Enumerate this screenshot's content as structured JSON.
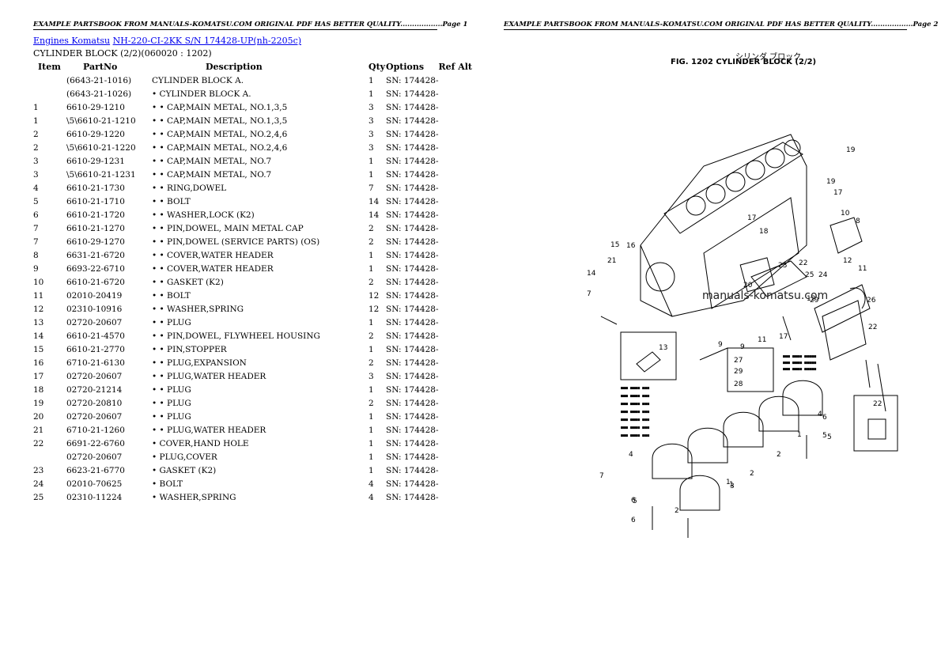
{
  "header": {
    "left": "EXAMPLE PARTSBOOK FROM MANUALS-KOMATSU.COM ORIGINAL PDF HAS BETTER QUALITY..................Page 1",
    "right": "EXAMPLE PARTSBOOK FROM MANUALS-KOMATSU.COM ORIGINAL PDF HAS BETTER QUALITY..................Page 2"
  },
  "breadcrumb": {
    "link1": "Engines Komatsu",
    "link2": "NH-220-CI-2KK S/N 174428-UP(nh-2205c)"
  },
  "subtitle": "CYLINDER BLOCK (2/2)(060020 : 1202)",
  "table": {
    "headers": {
      "item": "Item",
      "partno": "PartNo",
      "description": "Description",
      "qty": "Qty",
      "options": "Options",
      "refalt": "Ref Alt"
    },
    "rows": [
      {
        "item": "",
        "partno": "(6643-21-1016)",
        "description": "CYLINDER BLOCK A.",
        "qty": "1",
        "options": "SN: 174428-"
      },
      {
        "item": "",
        "partno": "(6643-21-1026)",
        "description": "• CYLINDER BLOCK A.",
        "qty": "1",
        "options": "SN: 174428-"
      },
      {
        "item": "1",
        "partno": "6610-29-1210",
        "description": "• • CAP,MAIN METAL, NO.1,3,5",
        "qty": "3",
        "options": "SN: 174428-"
      },
      {
        "item": "1",
        "partno": "\\5\\6610-21-1210",
        "description": "• • CAP,MAIN METAL, NO.1,3,5",
        "qty": "3",
        "options": "SN: 174428-"
      },
      {
        "item": "2",
        "partno": "6610-29-1220",
        "description": "• • CAP,MAIN METAL, NO.2,4,6",
        "qty": "3",
        "options": "SN: 174428-"
      },
      {
        "item": "2",
        "partno": "\\5\\6610-21-1220",
        "description": "• • CAP,MAIN METAL, NO.2,4,6",
        "qty": "3",
        "options": "SN: 174428-"
      },
      {
        "item": "3",
        "partno": "6610-29-1231",
        "description": "• • CAP,MAIN METAL, NO.7",
        "qty": "1",
        "options": "SN: 174428-"
      },
      {
        "item": "3",
        "partno": "\\5\\6610-21-1231",
        "description": "• • CAP,MAIN METAL, NO.7",
        "qty": "1",
        "options": "SN: 174428-"
      },
      {
        "item": "4",
        "partno": "6610-21-1730",
        "description": "• • RING,DOWEL",
        "qty": "7",
        "options": "SN: 174428-"
      },
      {
        "item": "5",
        "partno": "6610-21-1710",
        "description": "• • BOLT",
        "qty": "14",
        "options": "SN: 174428-"
      },
      {
        "item": "6",
        "partno": "6610-21-1720",
        "description": "• • WASHER,LOCK (K2)",
        "qty": "14",
        "options": "SN: 174428-"
      },
      {
        "item": "7",
        "partno": "6610-21-1270",
        "description": "• • PIN,DOWEL, MAIN METAL CAP",
        "qty": "2",
        "options": "SN: 174428-"
      },
      {
        "item": "7",
        "partno": "6610-29-1270",
        "description": "• • PIN,DOWEL (SERVICE PARTS) (OS)",
        "qty": "2",
        "options": "SN: 174428-"
      },
      {
        "item": "8",
        "partno": "6631-21-6720",
        "description": "• • COVER,WATER HEADER",
        "qty": "1",
        "options": "SN: 174428-"
      },
      {
        "item": "9",
        "partno": "6693-22-6710",
        "description": "• • COVER,WATER HEADER",
        "qty": "1",
        "options": "SN: 174428-"
      },
      {
        "item": "10",
        "partno": "6610-21-6720",
        "description": "• • GASKET (K2)",
        "qty": "2",
        "options": "SN: 174428-"
      },
      {
        "item": "11",
        "partno": "02010-20419",
        "description": "• • BOLT",
        "qty": "12",
        "options": "SN: 174428-"
      },
      {
        "item": "12",
        "partno": "02310-10916",
        "description": "• • WASHER,SPRING",
        "qty": "12",
        "options": "SN: 174428-"
      },
      {
        "item": "13",
        "partno": "02720-20607",
        "description": "• • PLUG",
        "qty": "1",
        "options": "SN: 174428-"
      },
      {
        "item": "14",
        "partno": "6610-21-4570",
        "description": "• • PIN,DOWEL, FLYWHEEL HOUSING",
        "qty": "2",
        "options": "SN: 174428-"
      },
      {
        "item": "15",
        "partno": "6610-21-2770",
        "description": "• • PIN,STOPPER",
        "qty": "1",
        "options": "SN: 174428-"
      },
      {
        "item": "16",
        "partno": "6710-21-6130",
        "description": "• • PLUG,EXPANSION",
        "qty": "2",
        "options": "SN: 174428-"
      },
      {
        "item": "17",
        "partno": "02720-20607",
        "description": "• • PLUG,WATER HEADER",
        "qty": "3",
        "options": "SN: 174428-"
      },
      {
        "item": "18",
        "partno": "02720-21214",
        "description": "• • PLUG",
        "qty": "1",
        "options": "SN: 174428-"
      },
      {
        "item": "19",
        "partno": "02720-20810",
        "description": "• • PLUG",
        "qty": "2",
        "options": "SN: 174428-"
      },
      {
        "item": "20",
        "partno": "02720-20607",
        "description": "• • PLUG",
        "qty": "1",
        "options": "SN: 174428-"
      },
      {
        "item": "21",
        "partno": "6710-21-1260",
        "description": "• • PLUG,WATER HEADER",
        "qty": "1",
        "options": "SN: 174428-"
      },
      {
        "item": "22",
        "partno": "6691-22-6760",
        "description": "• COVER,HAND HOLE",
        "qty": "1",
        "options": "SN: 174428-"
      },
      {
        "item": "",
        "partno": "02720-20607",
        "description": "• PLUG,COVER",
        "qty": "1",
        "options": "SN: 174428-"
      },
      {
        "item": "23",
        "partno": "6623-21-6770",
        "description": "• GASKET (K2)",
        "qty": "1",
        "options": "SN: 174428-"
      },
      {
        "item": "24",
        "partno": "02010-70625",
        "description": "• BOLT",
        "qty": "4",
        "options": "SN: 174428-"
      },
      {
        "item": "25",
        "partno": "02310-11224",
        "description": "• WASHER,SPRING",
        "qty": "4",
        "options": "SN: 174428-"
      }
    ]
  },
  "figure": {
    "title_jp": "シリンダ ブロック",
    "title": "FIG. 1202  CYLINDER BLOCK (2/2)",
    "watermark": "manuals-komatsu.com",
    "callouts": [
      "19",
      "19",
      "17",
      "10",
      "8",
      "12",
      "11",
      "15",
      "16",
      "17",
      "18",
      "20",
      "21",
      "14",
      "7",
      "23",
      "22",
      "25",
      "24",
      "29",
      "26",
      "22",
      "12",
      "9",
      "13",
      "17",
      "11",
      "9",
      "27",
      "29",
      "28",
      "4",
      "1",
      "7",
      "6",
      "5",
      "22",
      "4",
      "3",
      "1",
      "2",
      "2",
      "1",
      "5",
      "6",
      "2",
      "5",
      "6"
    ]
  }
}
